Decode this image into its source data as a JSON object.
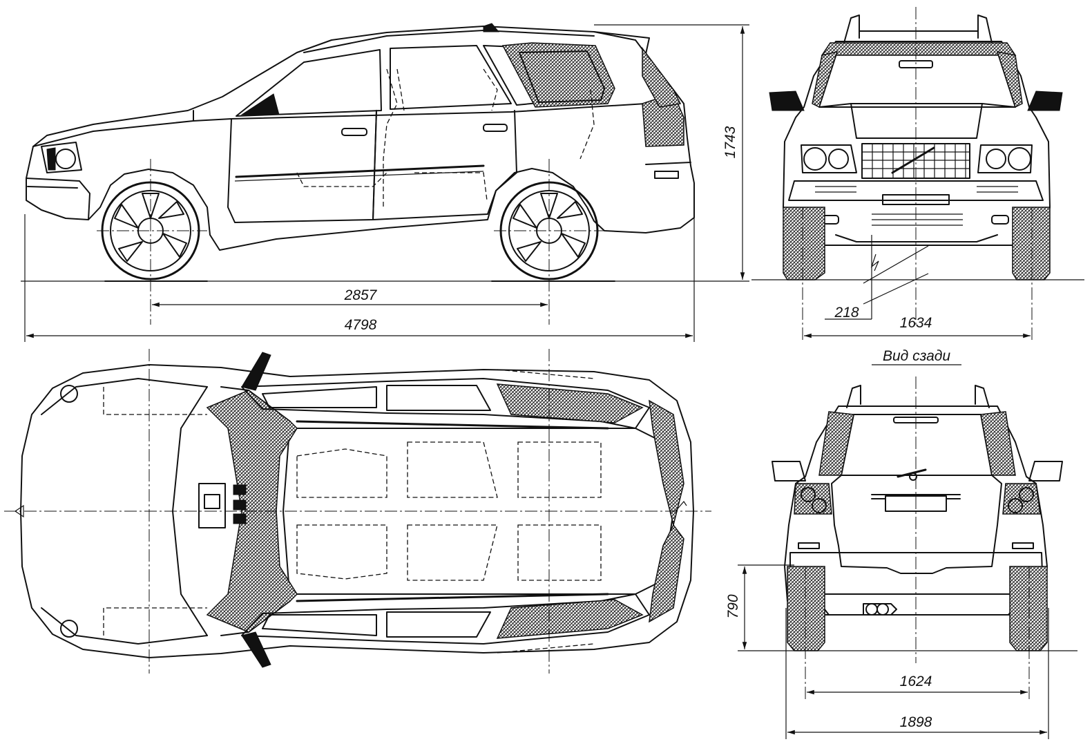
{
  "caption_rear": "Вид сзади",
  "dimensions": {
    "wheelbase": "2857",
    "overall_length": "4798",
    "overall_height": "1743",
    "ground_clearance": "218",
    "front_track": "1634",
    "rear_track": "1624",
    "overall_width": "1898",
    "rear_overhang_height": "790"
  }
}
